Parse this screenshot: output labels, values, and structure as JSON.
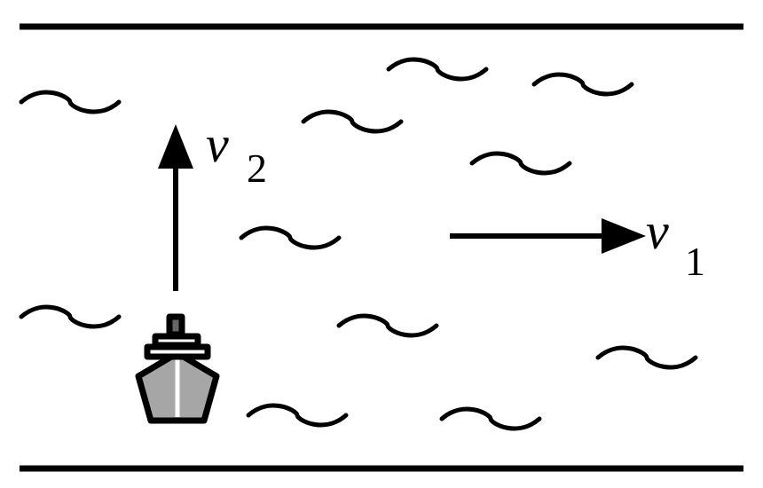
{
  "labels": {
    "v1": {
      "main": "v",
      "sub": "1"
    },
    "v2": {
      "main": "v",
      "sub": "2"
    }
  },
  "colors": {
    "stroke": "#000000",
    "hull": "#a6a6a6",
    "chimney": "#666666"
  },
  "icons": [
    "ship-icon",
    "wave-icon",
    "arrow-right-icon",
    "arrow-up-icon"
  ]
}
